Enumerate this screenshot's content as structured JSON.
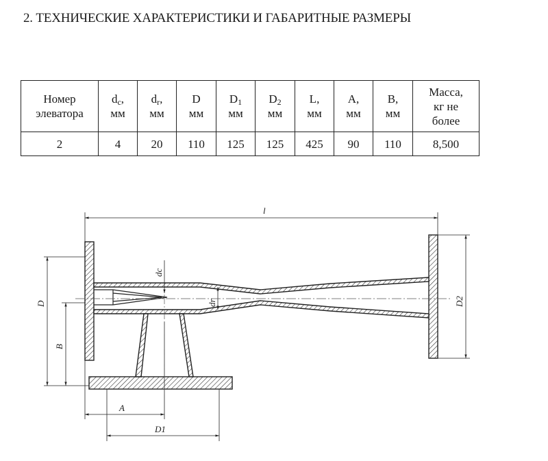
{
  "heading": "2. ТЕХНИЧЕСКИЕ ХАРАКТЕРИСТИКИ И ГАБАРИТНЫЕ РАЗМЕРЫ",
  "table": {
    "headers": [
      {
        "line1": "Номер",
        "line2": "элеватора",
        "line3": ""
      },
      {
        "sym": "d",
        "sub": "c",
        "suffix": ",",
        "unit": "мм"
      },
      {
        "sym": "d",
        "sub": "r",
        "suffix": ",",
        "unit": "мм"
      },
      {
        "sym": "D",
        "sub": "",
        "suffix": "",
        "unit": "мм"
      },
      {
        "sym": "D",
        "sub": "1",
        "suffix": "",
        "unit": "мм"
      },
      {
        "sym": "D",
        "sub": "2",
        "suffix": "",
        "unit": "мм"
      },
      {
        "sym": "L",
        "sub": "",
        "suffix": ",",
        "unit": "мм"
      },
      {
        "sym": "A",
        "sub": "",
        "suffix": ",",
        "unit": "мм"
      },
      {
        "sym": "B",
        "sub": "",
        "suffix": ",",
        "unit": "мм"
      },
      {
        "line1": "Масса,",
        "line2": "кг не",
        "line3": "более"
      }
    ],
    "values": [
      "2",
      "4",
      "20",
      "110",
      "125",
      "125",
      "425",
      "90",
      "110",
      "8,500"
    ]
  },
  "drawing": {
    "labels": {
      "l": "l",
      "dc": "dc",
      "dr": "dr",
      "D": "D",
      "B": "B",
      "A": "A",
      "D1": "D1",
      "D2": "D2"
    }
  }
}
